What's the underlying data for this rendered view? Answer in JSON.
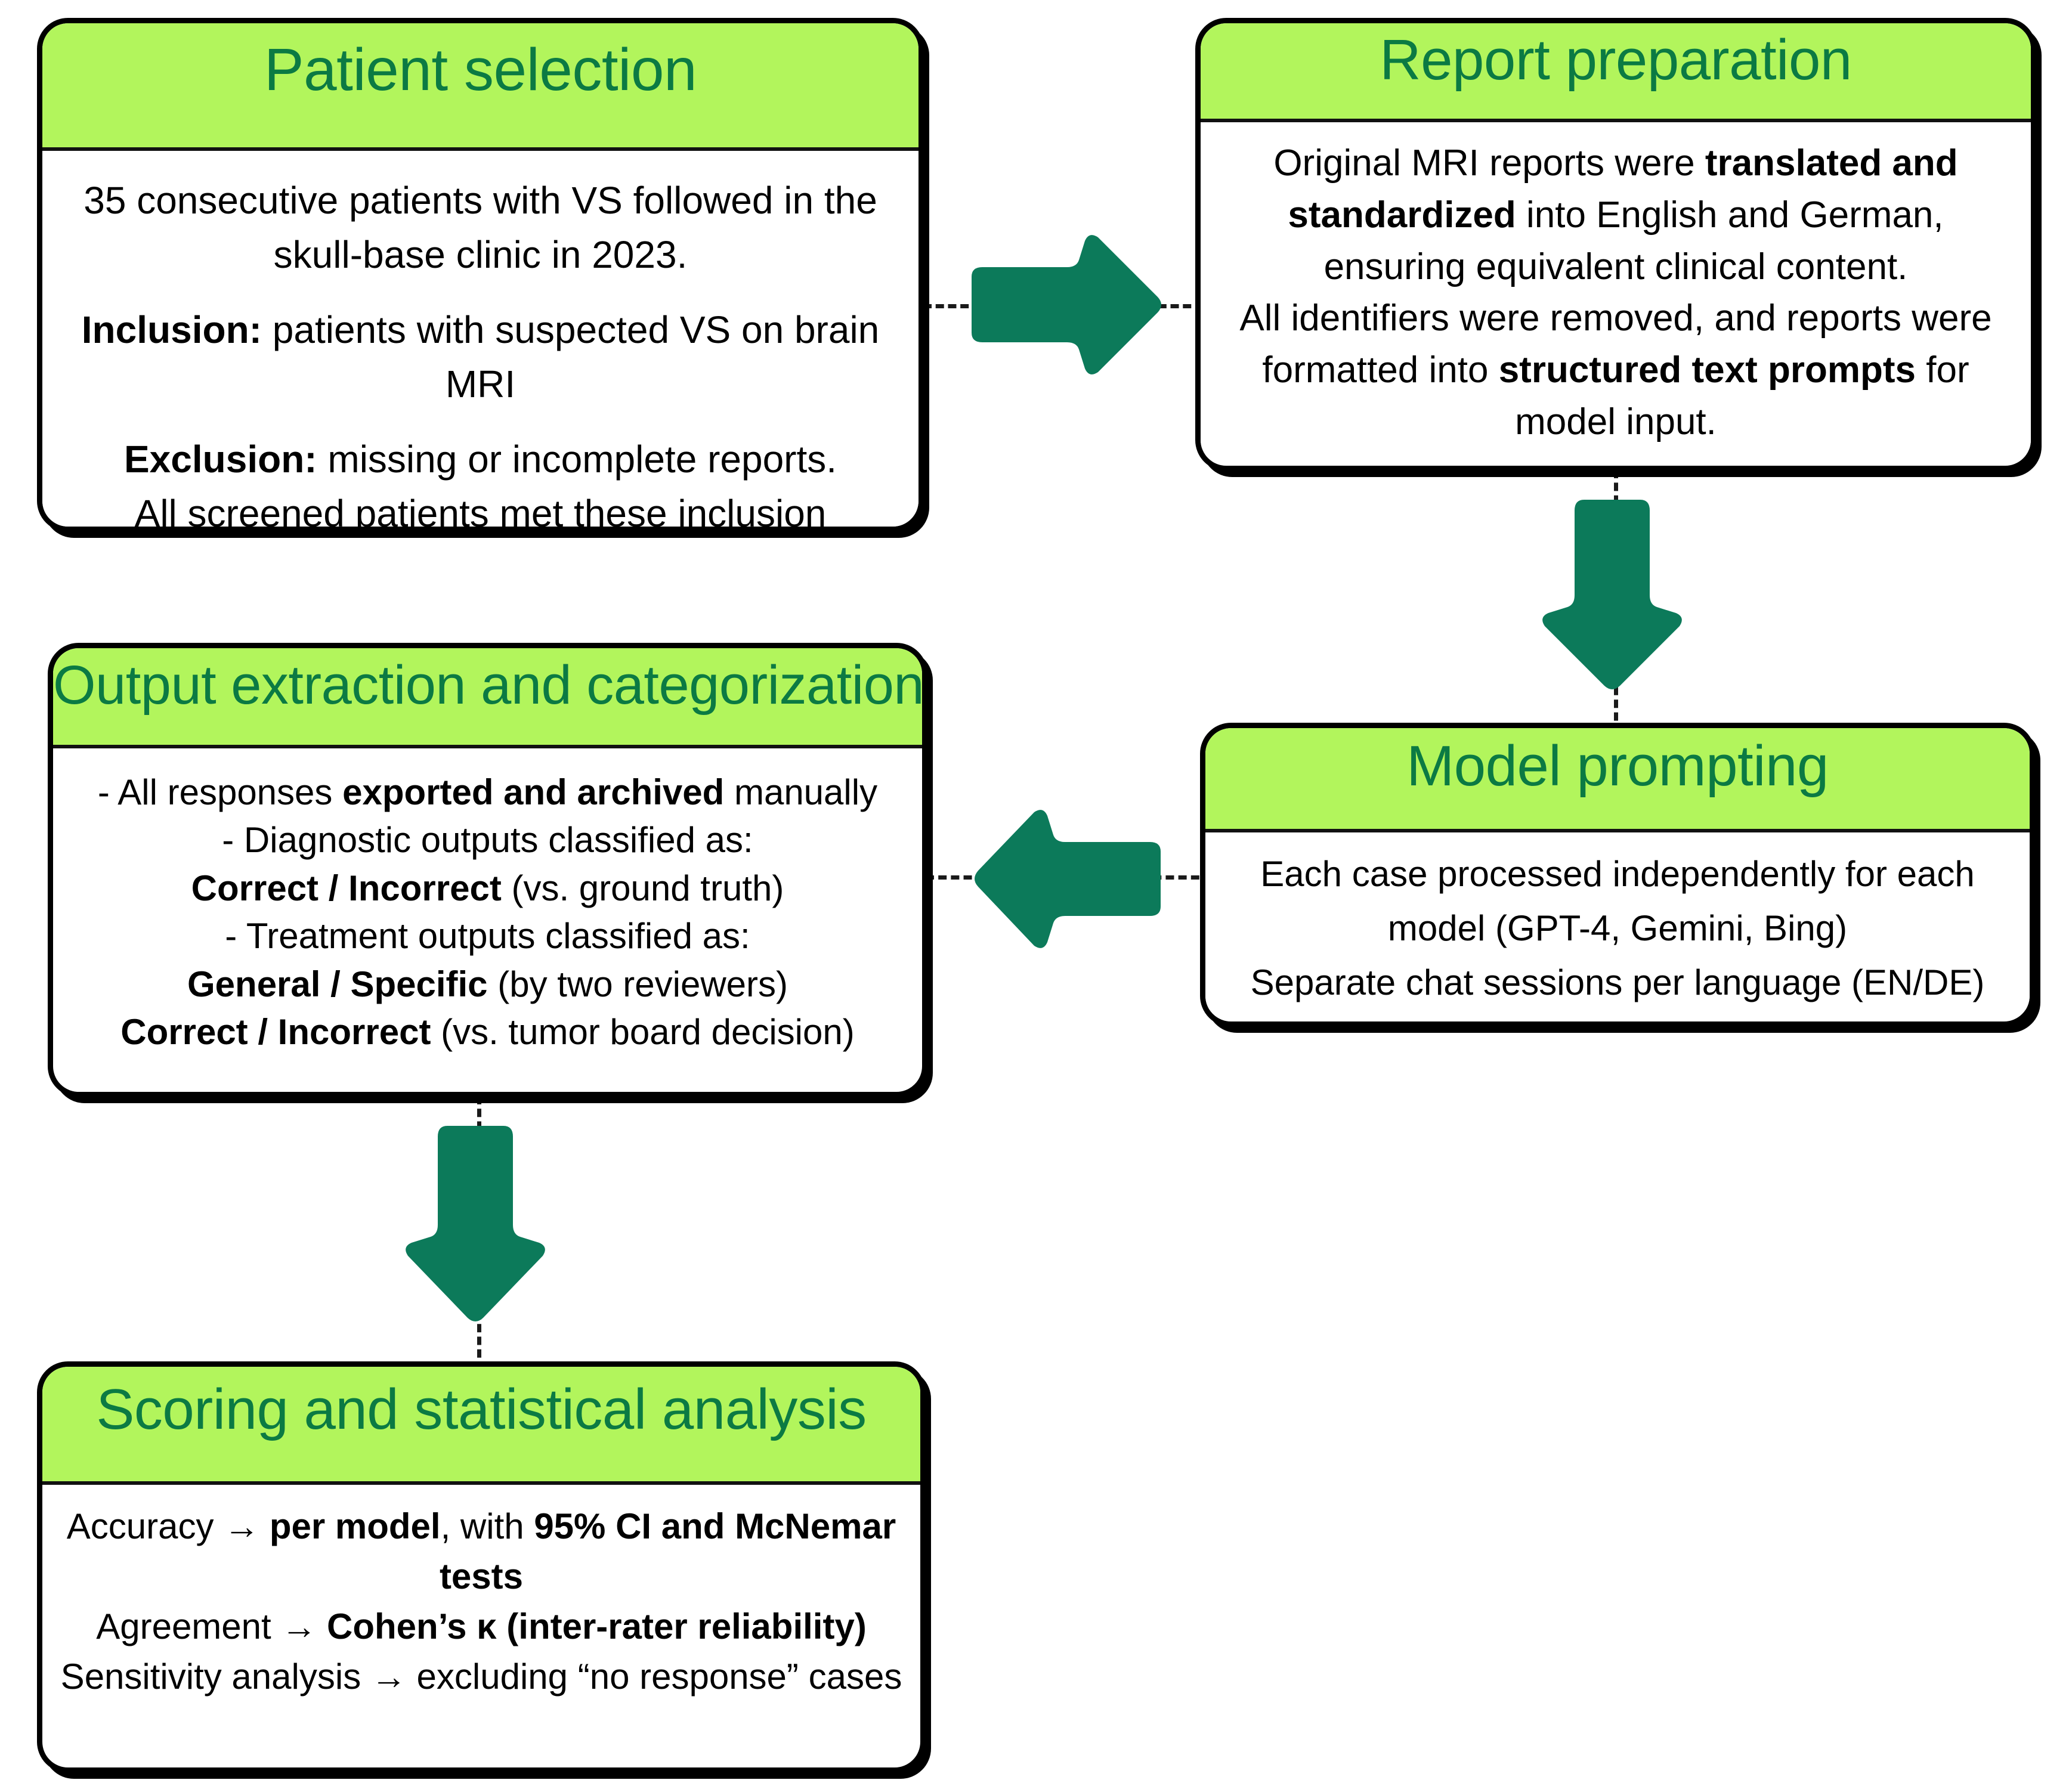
{
  "colors": {
    "header_green": "#b2f55c",
    "title_green": "#0b7a43",
    "arrow_teal": "#0c7a5a",
    "border_black": "#000000"
  },
  "boxes": {
    "patient_selection": {
      "title": "Patient selection",
      "lines": [
        {
          "text": "35 consecutive patients with VS followed  in the skull-base clinic in 2023."
        },
        {
          "bold": "Inclusion:",
          "text": " patients with suspected VS on brain MRI"
        },
        {
          "bold": "Exclusion:",
          "text": " missing or incomplete reports."
        },
        {
          "text": "All screened patients met these inclusion criteria."
        }
      ]
    },
    "report_preparation": {
      "title": "Report preparation",
      "para1_pre": "Original MRI reports were ",
      "para1_bold": "translated and standardized",
      "para1_post": " into English and German, ensuring equivalent clinical content.",
      "para2_pre": "All identifiers were removed, and reports were formatted into ",
      "para2_bold": "structured text prompts",
      "para2_post": " for model input."
    },
    "model_prompting": {
      "title": "Model prompting",
      "line1": "Each case processed independently for each model (GPT-4, Gemini, Bing)",
      "line2": "Separate chat sessions per language (EN/DE)"
    },
    "output_extraction": {
      "title": "Output extraction and categorization",
      "line1_pre": "- All responses ",
      "line1_bold": "exported and archived",
      "line1_post": " manually",
      "line2": "- Diagnostic outputs classified as:",
      "line3_bold": "Correct / Incorrect",
      "line3_post": " (vs. ground truth)",
      "line4": "- Treatment outputs classified as:",
      "line5_bold": "General / Specific",
      "line5_post": " (by two reviewers)",
      "line6_bold": "Correct / Incorrect",
      "line6_post": " (vs. tumor board decision)"
    },
    "scoring_analysis": {
      "title": "Scoring and statistical analysis",
      "line1_pre": "Accuracy → ",
      "line1_bold1": "per model",
      "line1_mid": ", with ",
      "line1_bold2": "95% CI and McNemar tests",
      "line2_pre": "Agreement → ",
      "line2_bold": "Cohen’s κ (inter-rater reliability)",
      "line3": "Sensitivity analysis → excluding “no response” cases"
    }
  },
  "arrows": [
    {
      "name": "patient-selection-to-report-preparation",
      "direction": "right"
    },
    {
      "name": "report-preparation-to-model-prompting",
      "direction": "down"
    },
    {
      "name": "model-prompting-to-output-extraction",
      "direction": "left"
    },
    {
      "name": "output-extraction-to-scoring-analysis",
      "direction": "down"
    }
  ]
}
